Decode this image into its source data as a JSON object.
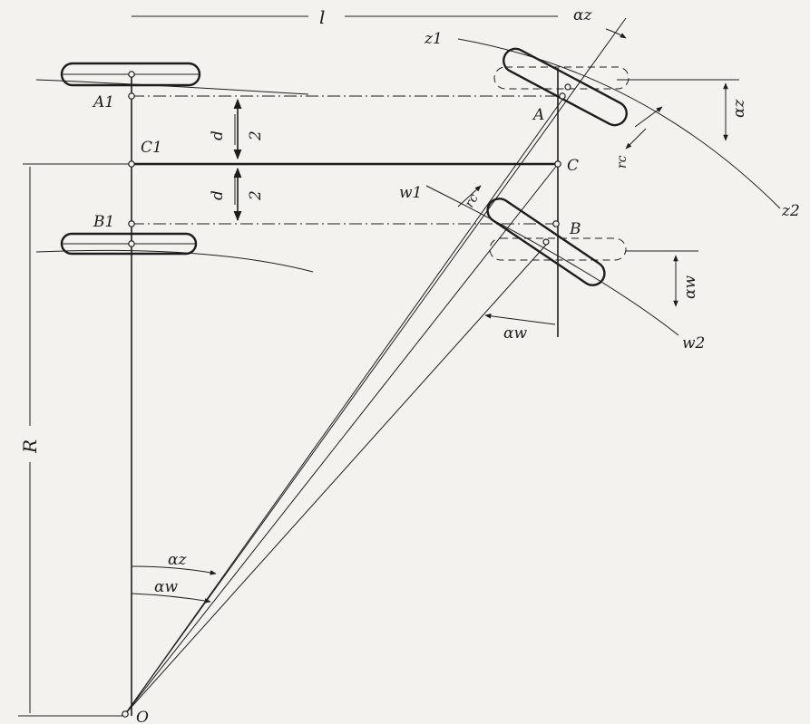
{
  "labels": {
    "l": "l",
    "alpha_z_top": "αz",
    "z1": "z1",
    "z2": "z2",
    "A1": "A1",
    "A": "A",
    "alpha_z_right": "αz",
    "C1": "C1",
    "C": "C",
    "rc_top": "rc",
    "d_num_1": "d",
    "d_den_1": "2",
    "d_num_2": "d",
    "d_den_2": "2",
    "w1": "w1",
    "rc_mid": "rc",
    "B1": "B1",
    "B": "B",
    "alpha_w_right": "αw",
    "alpha_w_bottom": "αw",
    "w2": "w2",
    "R": "R",
    "alpha_z_O": "αz",
    "alpha_w_O": "αw",
    "O": "O"
  }
}
